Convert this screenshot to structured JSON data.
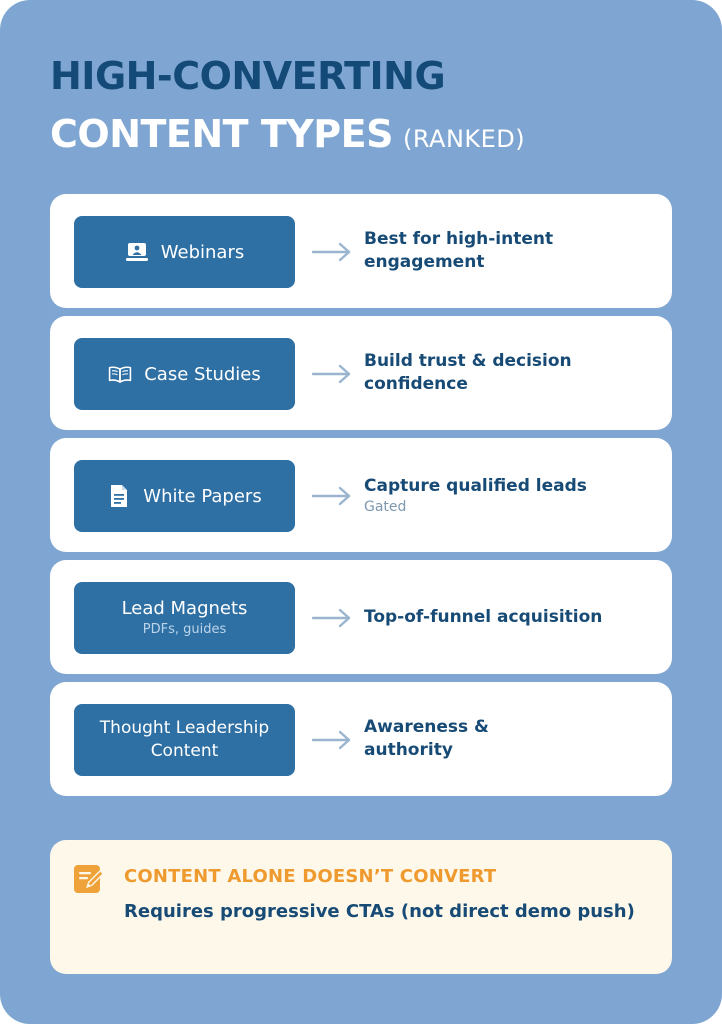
{
  "header": {
    "title_line1": "HIGH-CONVERTING",
    "title_line2": "CONTENT TYPES",
    "title_suffix": "(RANKED)"
  },
  "rows": [
    {
      "label": "Webinars",
      "icon": "monitor-user-icon",
      "description": "Best for high-intent engagement"
    },
    {
      "label": "Case Studies",
      "icon": "open-book-icon",
      "description": "Build trust & decision confidence"
    },
    {
      "label": "White Papers",
      "icon": "document-icon",
      "description": "Capture qualified leads",
      "description_sub": "Gated"
    },
    {
      "label": "Lead Magnets",
      "label_sub": "PDFs, guides",
      "description": "Top-of-funnel acquisition"
    },
    {
      "label": "Thought Leadership Content",
      "description": "Awareness & authority"
    }
  ],
  "note": {
    "icon": "edit-note-icon",
    "title": "CONTENT ALONE DOESN’T CONVERT",
    "body": "Requires progressive CTAs (not direct demo push)"
  },
  "colors": {
    "background": "#7fa6d2",
    "primary": "#144a78",
    "pill": "#2e6fa4",
    "accent": "#ef9a2e",
    "note_background": "#fdf8ea"
  }
}
